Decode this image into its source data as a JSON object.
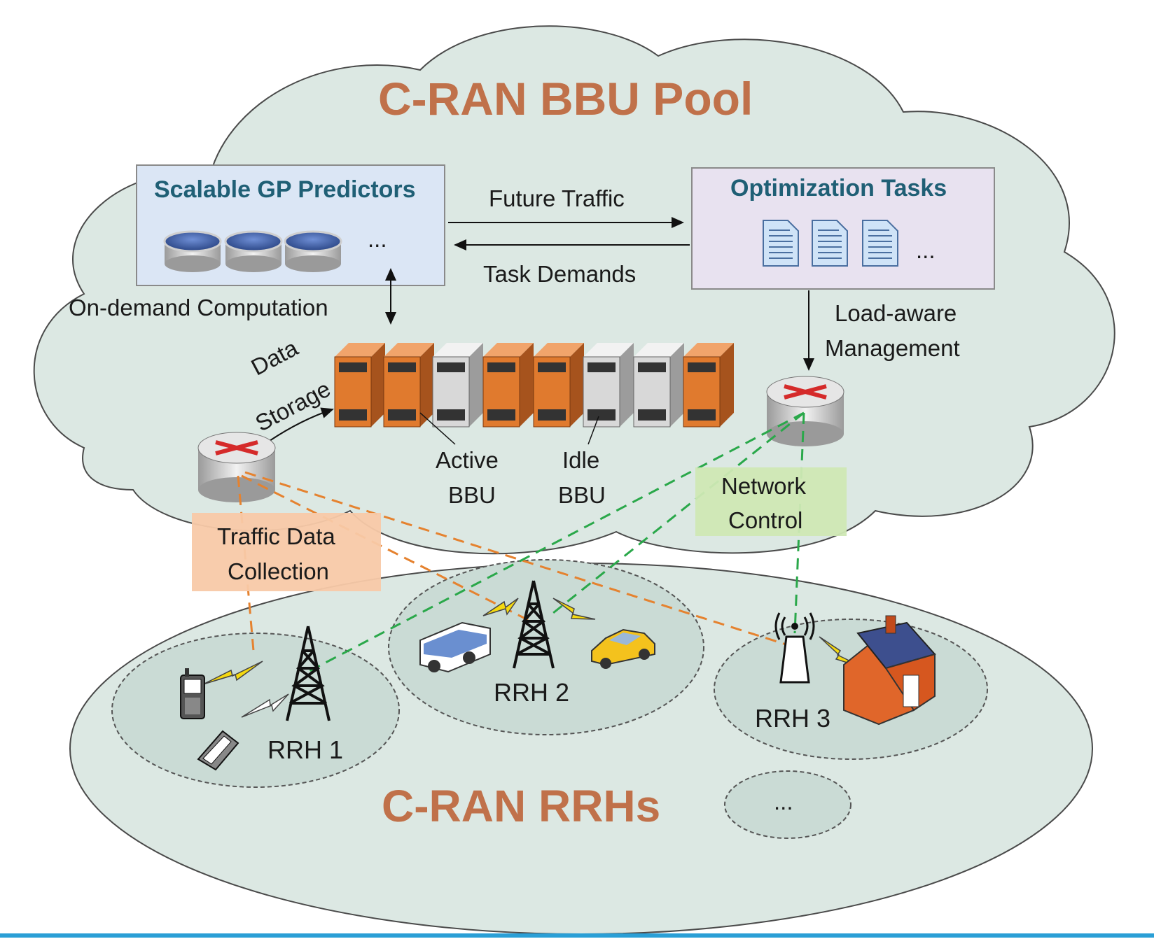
{
  "diagram": {
    "pool_title": "C-RAN BBU Pool",
    "rrhs_title": "C-RAN RRHs",
    "predictors": {
      "title": "Scalable GP Predictors",
      "ellipsis": "..."
    },
    "optimization": {
      "title": "Optimization Tasks",
      "ellipsis": "..."
    },
    "future_traffic": "Future Traffic",
    "task_demands": "Task Demands",
    "on_demand": "On-demand Computation",
    "load_aware_1": "Load-aware",
    "load_aware_2": "Management",
    "data_storage_1": "Data",
    "data_storage_2": "Storage",
    "active_bbu_1": "Active",
    "active_bbu_2": "BBU",
    "idle_bbu_1": "Idle",
    "idle_bbu_2": "BBU",
    "traffic_data_1": "Traffic Data",
    "traffic_data_2": "Collection",
    "network_control_1": "Network",
    "network_control_2": "Control",
    "rrh1": "RRH 1",
    "rrh2": "RRH 2",
    "rrh3": "RRH 3",
    "more_cells": "...",
    "colors": {
      "cloud": "#dce8e3",
      "title": "#c0714a",
      "box_title": "#1f5f75",
      "predictor_box": "#dbe6f5",
      "optimization_box": "#e8e2f0",
      "traffic_box": "#f8c9a8",
      "control_box": "#cfe8b4",
      "orange_link": "#e5822f",
      "green_link": "#2aa84a",
      "active_server": "#e07a2e",
      "idle_server": "#d8d8d8",
      "accent_line": "#2a9fd6"
    }
  }
}
